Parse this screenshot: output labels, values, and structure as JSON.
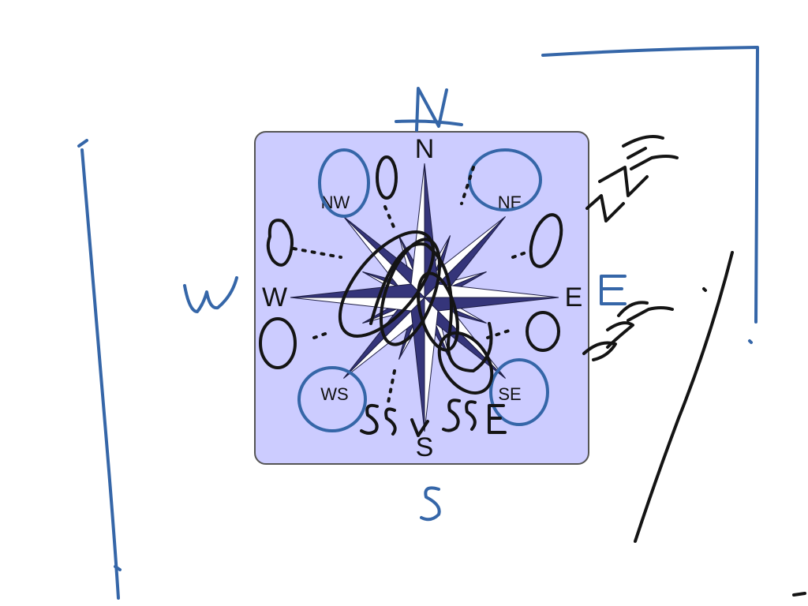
{
  "compass": {
    "background_color": "#ccccff",
    "star_dark_color": "#35357a",
    "star_light_color": "#ffffff",
    "labels": {
      "n": "N",
      "s": "S",
      "e": "E",
      "w": "W",
      "nw": "NW",
      "ne": "NE",
      "ws": "WS",
      "se": "SE"
    }
  },
  "annotations": {
    "ink_blue_color": "#3566a8",
    "ink_black_color": "#141414"
  }
}
